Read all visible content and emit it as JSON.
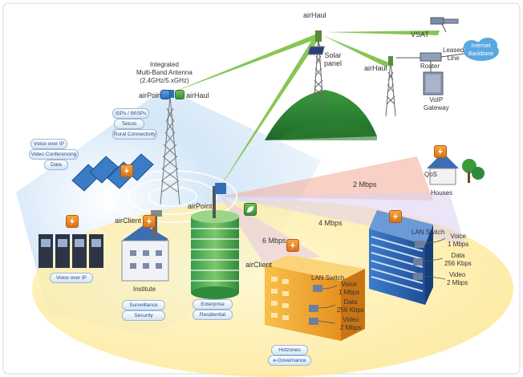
{
  "colors": {
    "green": "#7bc043",
    "blue": "#2e6fb7",
    "sky": "#cfe4f7",
    "yellow": "#fde99a",
    "red": "#f3b1a0"
  },
  "labels": {
    "airhaul_top": "airHaul",
    "solar_panel": "Solar\npanel",
    "airhaul_right": "airHaul",
    "vsat": "VSAT",
    "leased_line": "Leased\nLine",
    "router": "Router",
    "internet_backbone": "Internet\nBackbone",
    "voip_gateway": "VoIP\nGateway",
    "antenna_title": "Integrated\nMulti-Band Antenna\n(2.4GHz/5.xGHz)",
    "airpoint_top": "airPoint",
    "airhaul_mid": "airHaul",
    "airpoint_mid": "airPoint",
    "airclient_left": "airClient",
    "airclient_mid": "airClient",
    "institute": "Institute",
    "houses": "Houses",
    "qos": "QoS",
    "speed_2": "2 Mbps",
    "speed_4": "4 Mbps",
    "speed_6": "6 Mbps",
    "lan_switch_mid": "LAN Switch",
    "lan_switch_right": "LAN Switch",
    "mid_voice": "Voice\n1 Mbps",
    "mid_data": "Data\n256 Kbps",
    "mid_video": "Video\n2 Mbps",
    "right_voice": "Voice\n1 Mbps",
    "right_data": "Data\n256 Kbps",
    "right_video": "Video\n2 Mbps"
  },
  "pills": {
    "isps": "ISPs / WISPs",
    "telcos": "Telcos",
    "rural": "Rural Connectivity",
    "voice_over_ip_top": "Voice over IP",
    "video_conf": "Video Conferencing",
    "data": "Data",
    "voice_over_ip_bottom": "Voice over IP",
    "surveillance": "Surveillance",
    "security": "Security",
    "enterprise": "Enterprise",
    "residential": "Residential",
    "hotzones": "Hotzones",
    "egovernance": "e-Governance"
  }
}
